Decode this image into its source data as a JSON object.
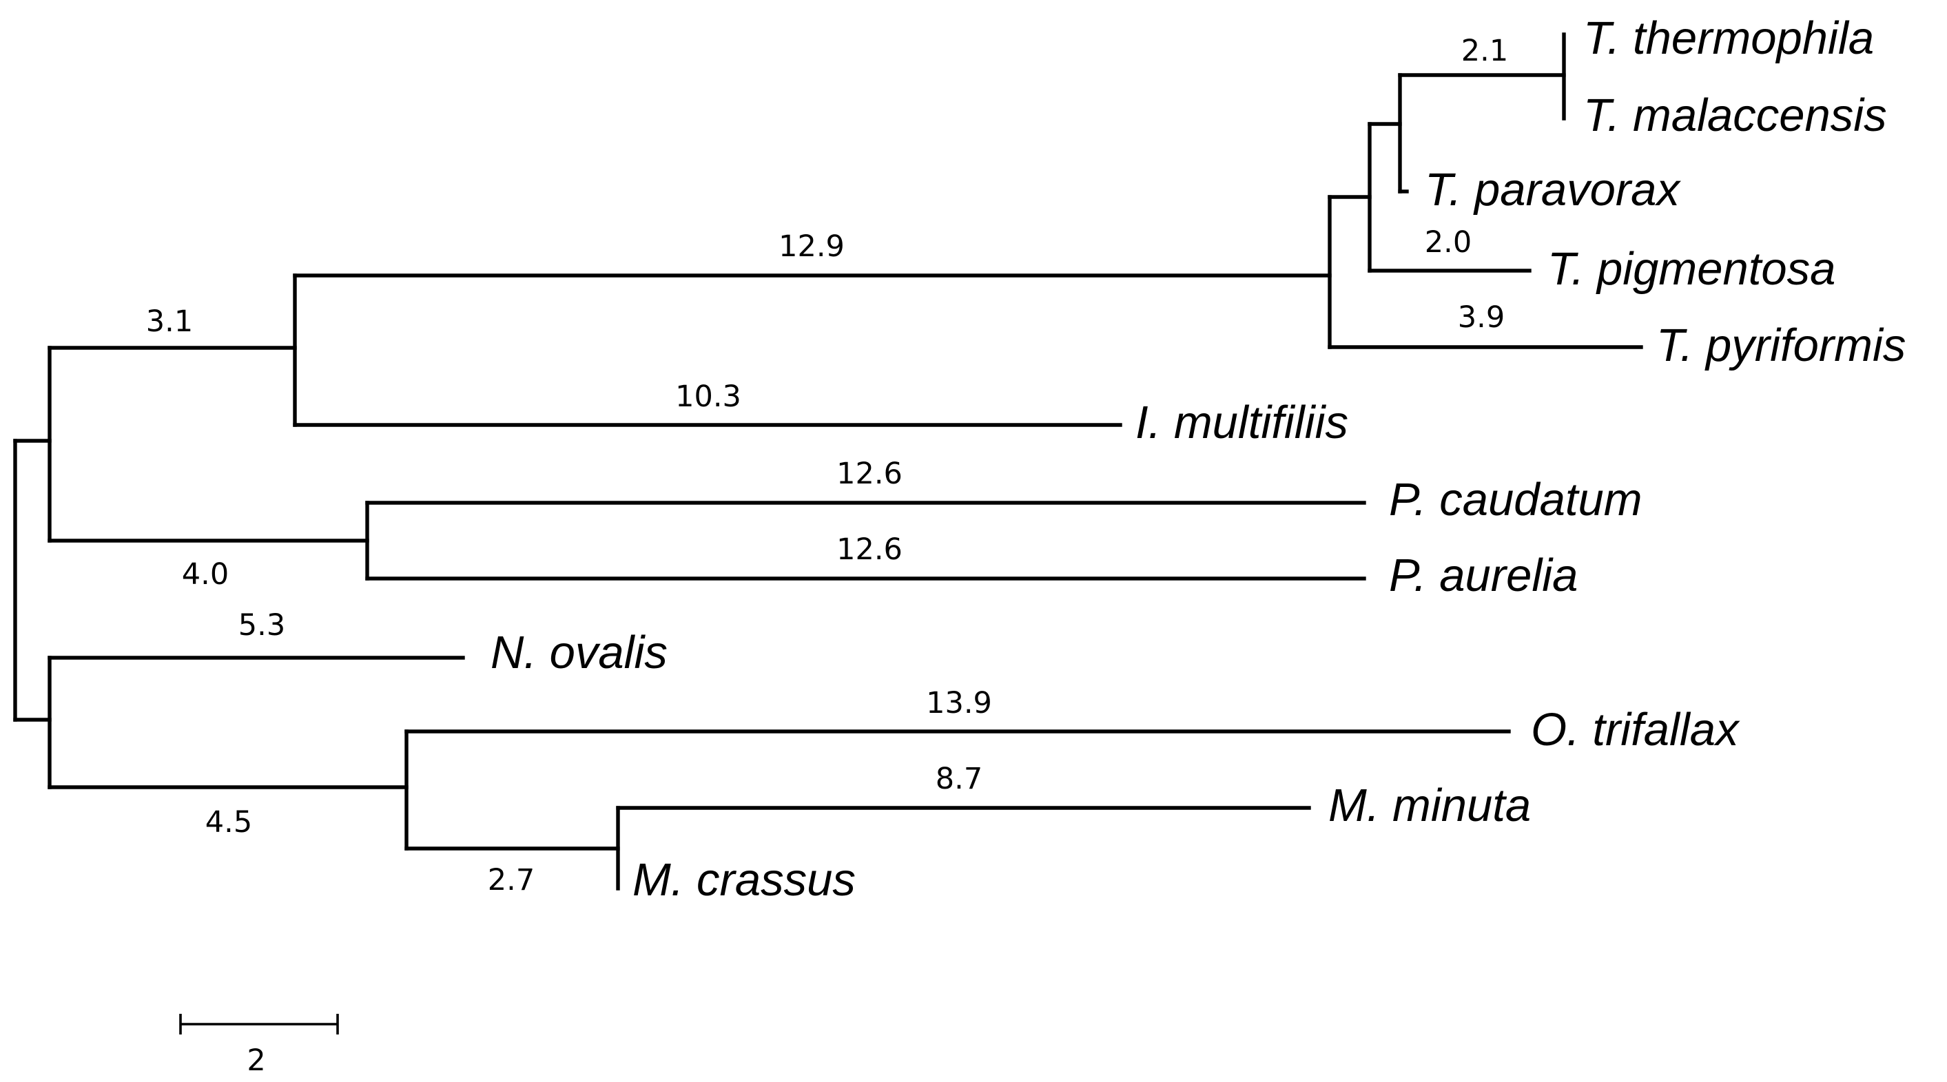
{
  "tree": {
    "taxa": [
      "T. thermophila",
      "T. malaccensis",
      "T. paravorax",
      "T. pigmentosa",
      "T. pyriformis",
      "I. multifiliis",
      "P. caudatum",
      "P. aurelia",
      "N. ovalis",
      "O. trifallax",
      "M. minuta",
      "M. crassus"
    ],
    "branch_lengths": [
      "2.1",
      "2.0",
      "3.9",
      "12.9",
      "10.3",
      "3.1",
      "12.6",
      "12.6",
      "4.0",
      "5.3",
      "13.9",
      "8.7",
      "2.7",
      "4.5"
    ]
  },
  "scale_bar": {
    "label": "2",
    "value": 2
  }
}
